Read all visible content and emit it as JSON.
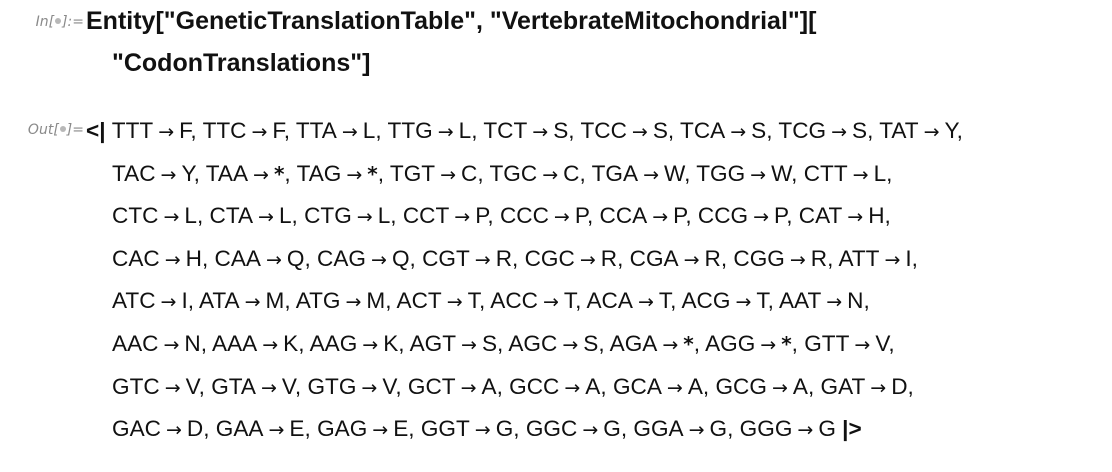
{
  "notebook": {
    "input_cell": {
      "label": "In[∘]:=",
      "line1": "Entity[\"GeneticTranslationTable\", \"VertebrateMitochondrial\"][",
      "line2": "\"CodonTranslations\"]"
    },
    "output_cell": {
      "label": "Out[∘]=",
      "open_bracket": "<|",
      "close_bracket": "|>",
      "arrow": "→",
      "separator": ",",
      "lines": [
        [
          [
            "TTT",
            "F"
          ],
          [
            "TTC",
            "F"
          ],
          [
            "TTA",
            "L"
          ],
          [
            "TTG",
            "L"
          ],
          [
            "TCT",
            "S"
          ],
          [
            "TCC",
            "S"
          ],
          [
            "TCA",
            "S"
          ],
          [
            "TCG",
            "S"
          ],
          [
            "TAT",
            "Y"
          ]
        ],
        [
          [
            "TAC",
            "Y"
          ],
          [
            "TAA",
            "*"
          ],
          [
            "TAG",
            "*"
          ],
          [
            "TGT",
            "C"
          ],
          [
            "TGC",
            "C"
          ],
          [
            "TGA",
            "W"
          ],
          [
            "TGG",
            "W"
          ],
          [
            "CTT",
            "L"
          ]
        ],
        [
          [
            "CTC",
            "L"
          ],
          [
            "CTA",
            "L"
          ],
          [
            "CTG",
            "L"
          ],
          [
            "CCT",
            "P"
          ],
          [
            "CCC",
            "P"
          ],
          [
            "CCA",
            "P"
          ],
          [
            "CCG",
            "P"
          ],
          [
            "CAT",
            "H"
          ]
        ],
        [
          [
            "CAC",
            "H"
          ],
          [
            "CAA",
            "Q"
          ],
          [
            "CAG",
            "Q"
          ],
          [
            "CGT",
            "R"
          ],
          [
            "CGC",
            "R"
          ],
          [
            "CGA",
            "R"
          ],
          [
            "CGG",
            "R"
          ],
          [
            "ATT",
            "I"
          ]
        ],
        [
          [
            "ATC",
            "I"
          ],
          [
            "ATA",
            "M"
          ],
          [
            "ATG",
            "M"
          ],
          [
            "ACT",
            "T"
          ],
          [
            "ACC",
            "T"
          ],
          [
            "ACA",
            "T"
          ],
          [
            "ACG",
            "T"
          ],
          [
            "AAT",
            "N"
          ]
        ],
        [
          [
            "AAC",
            "N"
          ],
          [
            "AAA",
            "K"
          ],
          [
            "AAG",
            "K"
          ],
          [
            "AGT",
            "S"
          ],
          [
            "AGC",
            "S"
          ],
          [
            "AGA",
            "*"
          ],
          [
            "AGG",
            "*"
          ],
          [
            "GTT",
            "V"
          ]
        ],
        [
          [
            "GTC",
            "V"
          ],
          [
            "GTA",
            "V"
          ],
          [
            "GTG",
            "V"
          ],
          [
            "GCT",
            "A"
          ],
          [
            "GCC",
            "A"
          ],
          [
            "GCA",
            "A"
          ],
          [
            "GCG",
            "A"
          ],
          [
            "GAT",
            "D"
          ]
        ],
        [
          [
            "GAC",
            "D"
          ],
          [
            "GAA",
            "E"
          ],
          [
            "GAG",
            "E"
          ],
          [
            "GGT",
            "G"
          ],
          [
            "GGC",
            "G"
          ],
          [
            "GGA",
            "G"
          ],
          [
            "GGG",
            "G"
          ]
        ]
      ]
    }
  }
}
